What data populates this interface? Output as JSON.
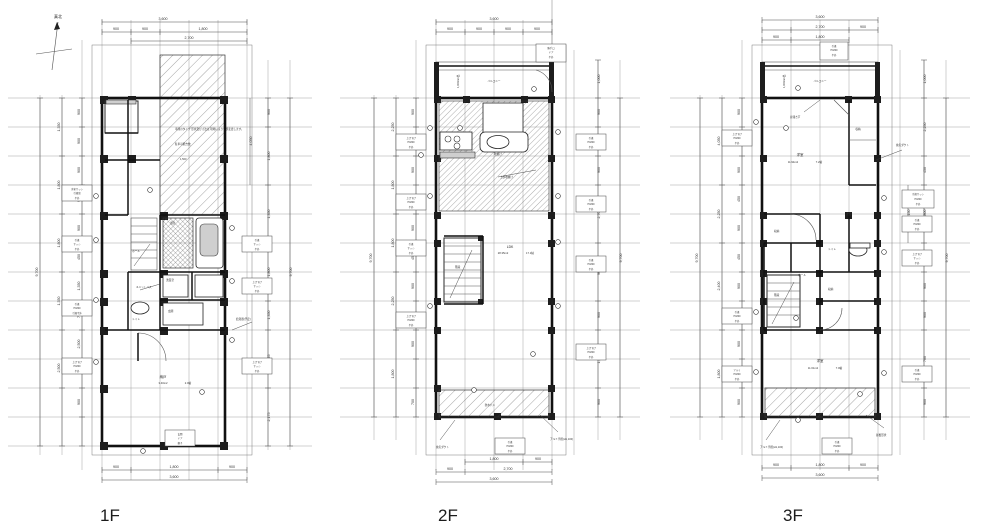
{
  "document": {
    "type": "architectural-floor-plan",
    "sheet_title": "",
    "floors": [
      "1F",
      "2F",
      "3F"
    ],
    "units": "mm",
    "north_arrow_label": "真北"
  },
  "plans": [
    {
      "id": "1F",
      "label": "1F",
      "top_dimensions": {
        "overall": "3,600",
        "segments": [
          "900",
          "900",
          "1,800"
        ],
        "secondary": "2,700"
      },
      "bottom_dimensions": {
        "overall": "3,600",
        "segments": [
          "900",
          "1,800",
          "900"
        ]
      },
      "left_dimensions": {
        "overall": "9,700",
        "segments": [
          "900",
          "1,350",
          "900",
          "1,800",
          "900",
          "900",
          "450",
          "1,350",
          "900",
          "2,500",
          "700",
          "900"
        ],
        "groups": [
          "1,350",
          "1,800",
          "1,800",
          "1,350",
          "2,500"
        ]
      },
      "right_dimensions": {
        "overall": "9,700",
        "segments": [
          "900",
          "1,350",
          "1,800",
          "1,350",
          "1,800",
          "900",
          "1,350",
          "450",
          "1,125",
          "2,175",
          "900"
        ],
        "note": "4,050"
      },
      "rooms": [
        {
          "name": "洋室",
          "area_m2": "6.46m2",
          "area_jo": "3.9帖"
        },
        {
          "name": "ホール",
          "area_m2": "",
          "area_jo": ""
        },
        {
          "name": "浴室",
          "area_m2": "",
          "area_jo": ""
        },
        {
          "name": "洗面室",
          "area_m2": "",
          "area_jo": ""
        },
        {
          "name": "トイレ",
          "area_m2": "",
          "area_jo": ""
        },
        {
          "name": "玄関",
          "area_m2": "",
          "area_jo": ""
        },
        {
          "name": "駐車スペース",
          "area_m2": "",
          "area_jo": ""
        },
        {
          "name": "納戸",
          "area_m2": "3.40m2",
          "area_jo": "2.0帖"
        }
      ],
      "annotations": [
        "車庫のタイプ\n形状及び寸法は\n現場により一部変更します。",
        "駐車可能台数",
        "1,500",
        "ポーチ",
        "玄関収納",
        "ユニットバス",
        "給湯器(予定)",
        "シューズボックス"
      ],
      "spec_boxes": [
        {
          "lines": [
            "洋室サッシ",
            "引違窓",
            "半外"
          ]
        },
        {
          "lines": [
            "引違",
            "サッシ",
            "半外"
          ]
        },
        {
          "lines": [
            "引違",
            "H1800",
            "引違半外"
          ]
        },
        {
          "lines": [
            "上げ下げ",
            "H1800",
            "半外"
          ]
        },
        {
          "lines": [
            "引違",
            "サッシ",
            "半外"
          ]
        },
        {
          "lines": [
            "上げ下げ",
            "サッシ",
            "半外"
          ]
        },
        {
          "lines": [
            "上げ下げ",
            "サッシ",
            "半外"
          ]
        },
        {
          "lines": [
            "玄関",
            "ドア",
            "親子"
          ]
        }
      ]
    },
    {
      "id": "2F",
      "label": "2F",
      "top_dimensions": {
        "overall": "3,600",
        "segments": [
          "900",
          "900",
          "900",
          "900"
        ]
      },
      "bottom_dimensions": {
        "overall": "3,600",
        "segments": [
          "900",
          "1,800",
          "900"
        ],
        "secondary": "2,700"
      },
      "left_dimensions": {
        "overall": "9,700",
        "segments": [
          "900",
          "2,250",
          "450",
          "900",
          "900",
          "900",
          "450",
          "900",
          "900",
          "900",
          "700"
        ],
        "groups": [
          "2,250",
          "1,800",
          "1,800",
          "2,250",
          "1,800"
        ]
      },
      "right_dimensions": {
        "overall": "9,700",
        "segments": [
          "1,000",
          "900",
          "900",
          "900",
          "2,700",
          "900",
          "900",
          "1,800",
          "300",
          "900"
        ],
        "note": "2,700"
      },
      "rooms": [
        {
          "name": "LDK",
          "area_m2": "28.35m2",
          "area_jo": "17.1帖"
        },
        {
          "name": "バルコニー",
          "area_m2": "",
          "area_jo": ""
        },
        {
          "name": "階段",
          "area_m2": "",
          "area_jo": ""
        },
        {
          "name": "キッチン",
          "area_m2": "",
          "area_jo": ""
        }
      ],
      "annotations": [
        "1,000mm出",
        "バルコニー",
        "勝手口ドア",
        "吊戸棚",
        "吹抜け",
        "上部吹抜け",
        "換気ダクト",
        "アルミ手摺(H1,100)",
        "防水パン"
      ],
      "spec_boxes": [
        {
          "lines": [
            "勝手口",
            "ドア",
            "半外"
          ]
        },
        {
          "lines": [
            "上げ下げ",
            "H1800",
            "半外"
          ]
        },
        {
          "lines": [
            "上げ下げ",
            "H1800",
            "半外"
          ]
        },
        {
          "lines": [
            "引違",
            "サッシ",
            "半外"
          ]
        },
        {
          "lines": [
            "上げ下げ",
            "H1800",
            "半外"
          ]
        },
        {
          "lines": [
            "引違",
            "H1800",
            "半外"
          ]
        },
        {
          "lines": [
            "引違",
            "H1800",
            "半外"
          ]
        },
        {
          "lines": [
            "引違",
            "H1800",
            "半外"
          ]
        }
      ]
    },
    {
      "id": "3F",
      "label": "3F",
      "top_dimensions": {
        "overall": "3,600",
        "segments": [
          "900",
          "2,700",
          "900"
        ],
        "secondary": "1,800"
      },
      "bottom_dimensions": {
        "overall": "3,600",
        "segments": [
          "900",
          "1,800",
          "900"
        ]
      },
      "left_dimensions": {
        "overall": "9,700",
        "segments": [
          "900",
          "1,800",
          "900",
          "450",
          "900",
          "450",
          "900",
          "900",
          "900",
          "700",
          "900"
        ],
        "groups": [
          "4,050",
          "2,250",
          "2,400",
          "1,800"
        ]
      },
      "right_dimensions": {
        "overall": "9,700",
        "segments": [
          "1,000",
          "2,250",
          "450",
          "1,800",
          "900",
          "900",
          "900",
          "700",
          "900"
        ],
        "note": "3,150"
      },
      "rooms": [
        {
          "name": "洋室",
          "area_m2": "11.94m2",
          "area_jo": "7.2帖"
        },
        {
          "name": "洋室",
          "area_m2": "11.61m2",
          "area_jo": "7.0帖"
        },
        {
          "name": "ホール",
          "area_m2": "",
          "area_jo": ""
        },
        {
          "name": "収納",
          "area_m2": "",
          "area_jo": ""
        },
        {
          "name": "階段",
          "area_m2": "",
          "area_jo": ""
        },
        {
          "name": "トイレ",
          "area_m2": "",
          "area_jo": ""
        },
        {
          "name": "洗面",
          "area_m2": "",
          "area_jo": ""
        },
        {
          "name": "バルコニー",
          "area_m2": "",
          "area_jo": ""
        }
      ],
      "annotations": [
        "1,000mm出",
        "バルコニー",
        "片開き戸",
        "アルミ手摺",
        "換気ダクト",
        "アルミ手摺(H1,100)",
        "小屋裏収納",
        "屋根形状"
      ],
      "spec_boxes": [
        {
          "lines": [
            "引違",
            "H1800",
            "半外"
          ]
        },
        {
          "lines": [
            "上げ下げ",
            "H1800",
            "半外"
          ]
        },
        {
          "lines": [
            "引違",
            "H1800",
            "半外"
          ]
        },
        {
          "lines": [
            "アルミ",
            "H1800",
            "半外"
          ]
        },
        {
          "lines": [
            "引違サッシ",
            "H1800",
            "半外"
          ]
        },
        {
          "lines": [
            "引違",
            "H1800",
            "半外"
          ]
        },
        {
          "lines": [
            "上げ下げ",
            "サッシ",
            "半外"
          ]
        },
        {
          "lines": [
            "引違",
            "H1800",
            "半外"
          ]
        }
      ]
    }
  ],
  "colors": {
    "background": "#ffffff",
    "ink": "#111111",
    "grid": "#8d8d8d",
    "dimension": "#333333"
  }
}
